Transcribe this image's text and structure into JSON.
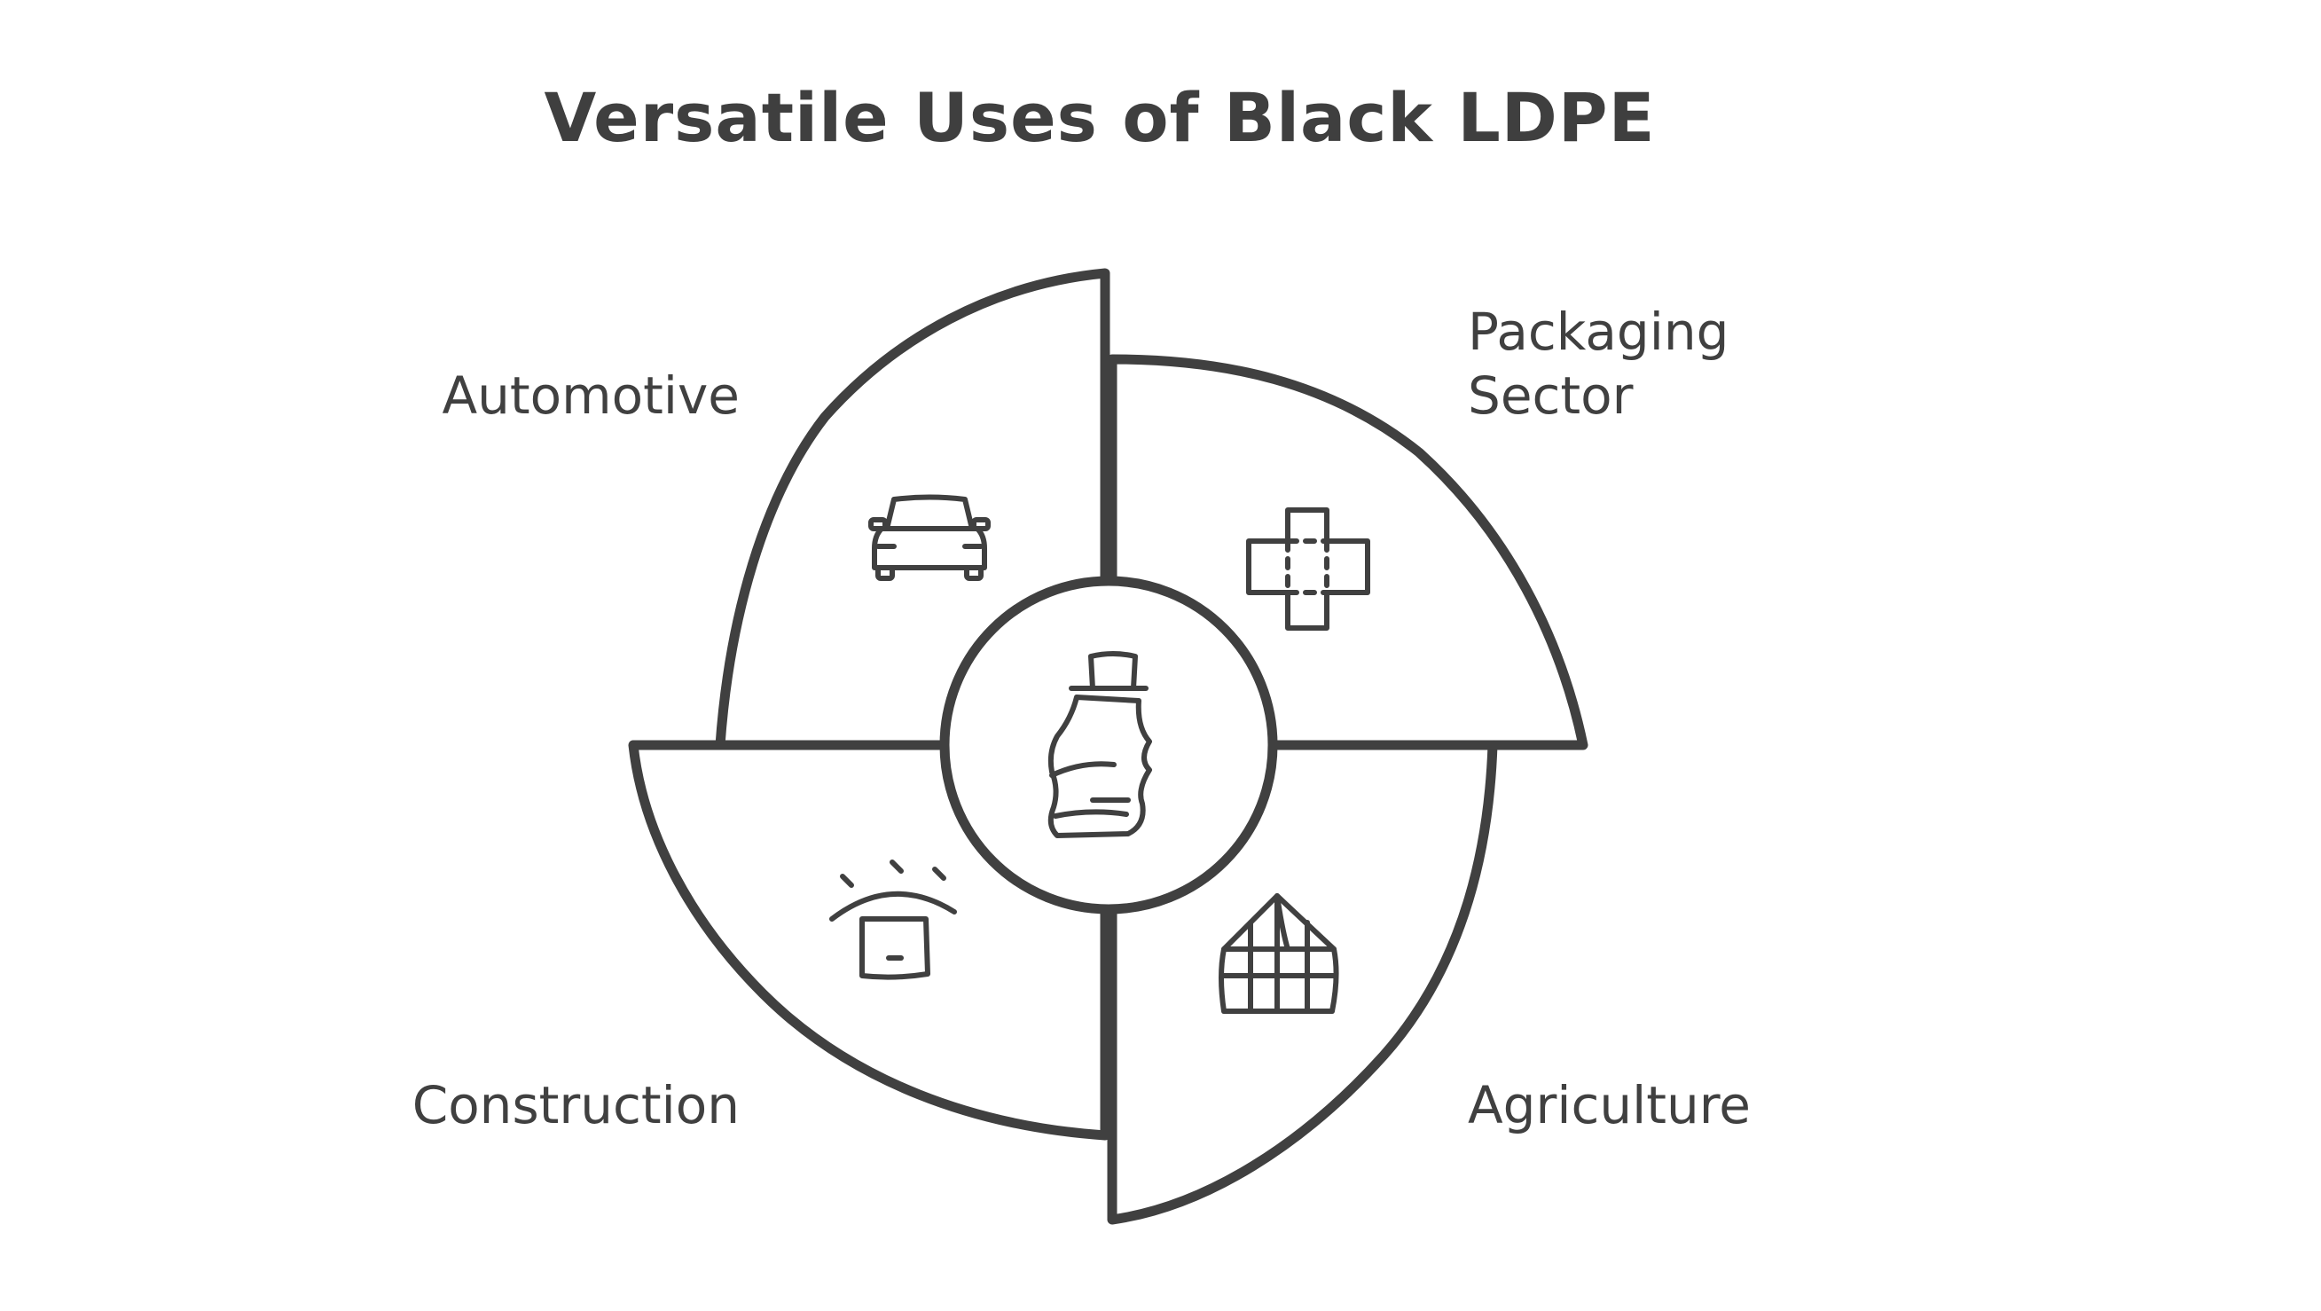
{
  "title": "Versatile Uses of Black LDPE",
  "center": {
    "icon": "plastic-bottle-icon"
  },
  "segments": [
    {
      "label": "Automotive",
      "icon": "car-icon"
    },
    {
      "label_line1": "Packaging",
      "label_line2": "Sector",
      "icon": "package-box-icon"
    },
    {
      "label": "Construction",
      "icon": "hard-hat-icon"
    },
    {
      "label": "Agriculture",
      "icon": "greenhouse-icon"
    }
  ],
  "colors": {
    "stroke": "#404040",
    "text": "#404040",
    "background": "#ffffff"
  }
}
